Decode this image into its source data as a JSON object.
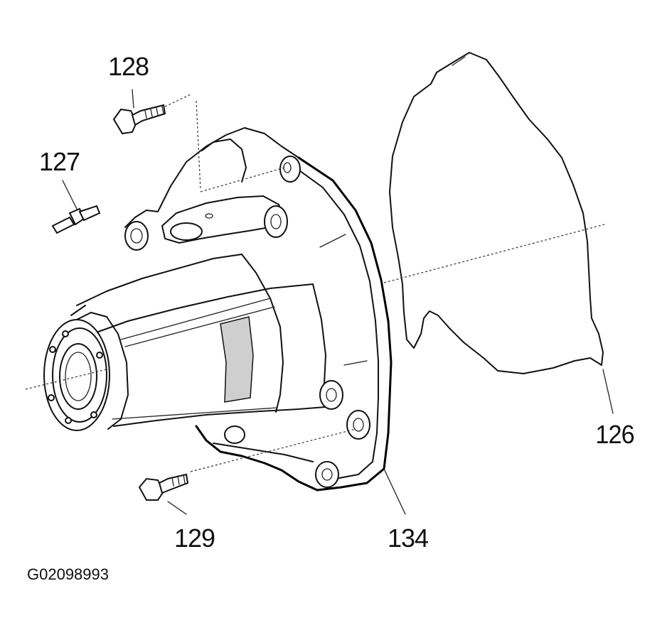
{
  "diagram": {
    "callouts": {
      "c126": "126",
      "c127": "127",
      "c128": "128",
      "c129": "129",
      "c134": "134"
    },
    "figure_id": "G02098993"
  }
}
